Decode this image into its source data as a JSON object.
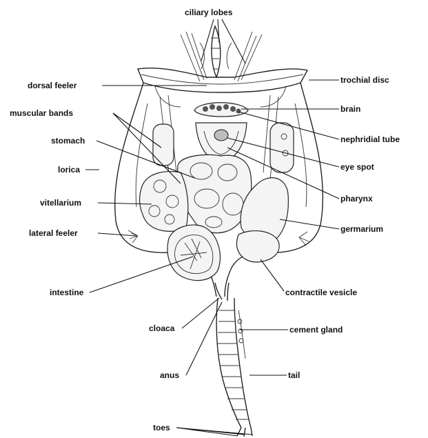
{
  "labels": {
    "ciliary_lobes": "ciliary lobes",
    "trochial_disc": "trochial disc",
    "dorsal_feeler": "dorsal feeler",
    "brain": "brain",
    "muscular_bands": "muscular bands",
    "nephridial_tube": "nephridial tube",
    "stomach": "stomach",
    "eye_spot": "eye spot",
    "lorica": "lorica",
    "pharynx": "pharynx",
    "vitellarium": "vitellarium",
    "germarium": "germarium",
    "lateral_feeler": "lateral feeler",
    "intestine": "intestine",
    "contractile_vesicle": "contractile vesicle",
    "cloaca": "cloaca",
    "cement_gland": "cement gland",
    "anus": "anus",
    "tail": "tail",
    "toes": "toes"
  }
}
